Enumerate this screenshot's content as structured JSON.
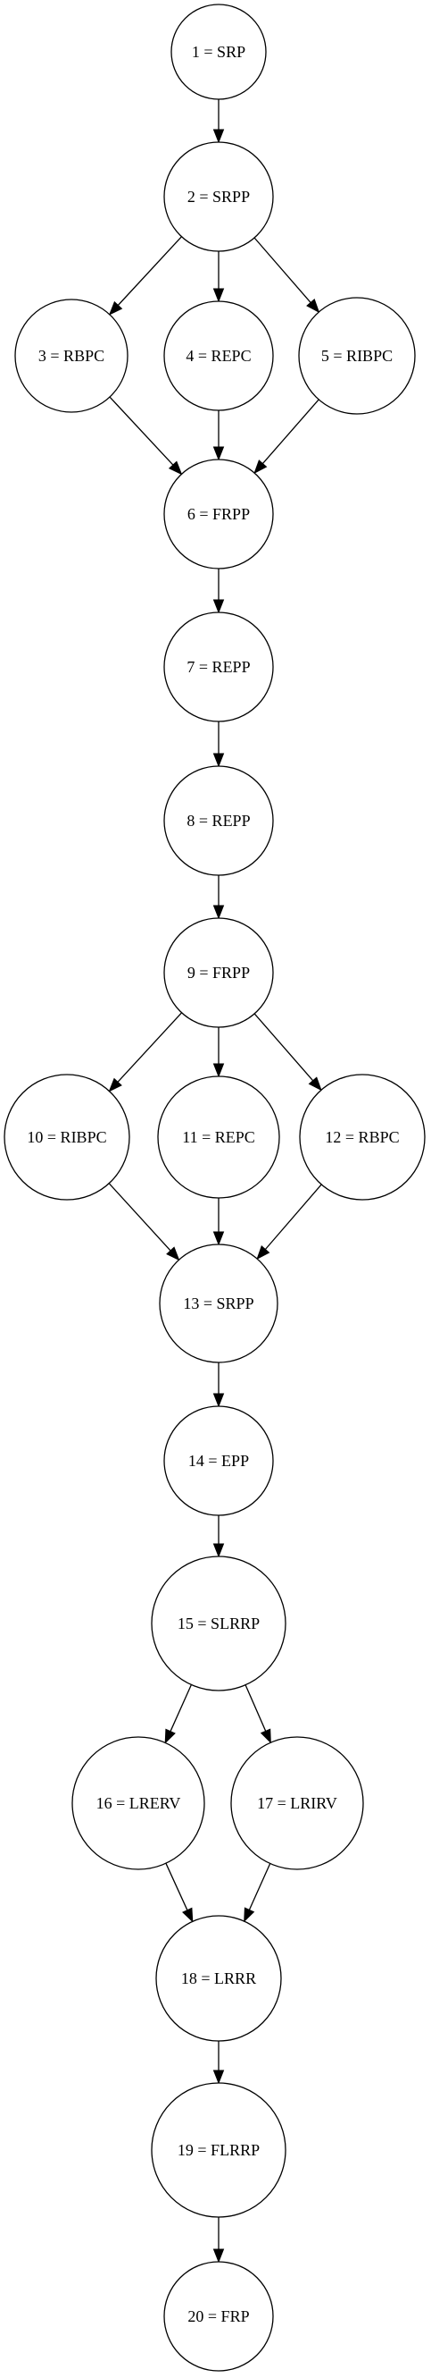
{
  "diagram": {
    "nodes": [
      {
        "id": 1,
        "label": "1 = SRP"
      },
      {
        "id": 2,
        "label": "2 = SRPP"
      },
      {
        "id": 3,
        "label": "3 = RBPC"
      },
      {
        "id": 4,
        "label": "4 = REPC"
      },
      {
        "id": 5,
        "label": "5 = RIBPC"
      },
      {
        "id": 6,
        "label": "6 = FRPP"
      },
      {
        "id": 7,
        "label": "7 = REPP"
      },
      {
        "id": 8,
        "label": "8 = REPP"
      },
      {
        "id": 9,
        "label": "9 = FRPP"
      },
      {
        "id": 10,
        "label": "10 = RIBPC"
      },
      {
        "id": 11,
        "label": "11 = REPC"
      },
      {
        "id": 12,
        "label": "12 = RBPC"
      },
      {
        "id": 13,
        "label": "13 = SRPP"
      },
      {
        "id": 14,
        "label": "14 = EPP"
      },
      {
        "id": 15,
        "label": "15 = SLRRP"
      },
      {
        "id": 16,
        "label": "16 = LRERV"
      },
      {
        "id": 17,
        "label": "17 = LRIRV"
      },
      {
        "id": 18,
        "label": "18 = LRRR"
      },
      {
        "id": 19,
        "label": "19 = FLRRP"
      },
      {
        "id": 20,
        "label": "20 = FRP"
      }
    ],
    "edges": [
      [
        1,
        2
      ],
      [
        2,
        3
      ],
      [
        2,
        4
      ],
      [
        2,
        5
      ],
      [
        3,
        6
      ],
      [
        4,
        6
      ],
      [
        5,
        6
      ],
      [
        6,
        7
      ],
      [
        7,
        8
      ],
      [
        8,
        9
      ],
      [
        9,
        10
      ],
      [
        9,
        11
      ],
      [
        9,
        12
      ],
      [
        10,
        13
      ],
      [
        11,
        13
      ],
      [
        12,
        13
      ],
      [
        13,
        14
      ],
      [
        14,
        15
      ],
      [
        15,
        16
      ],
      [
        15,
        17
      ],
      [
        16,
        18
      ],
      [
        17,
        18
      ],
      [
        18,
        19
      ],
      [
        19,
        20
      ]
    ]
  }
}
